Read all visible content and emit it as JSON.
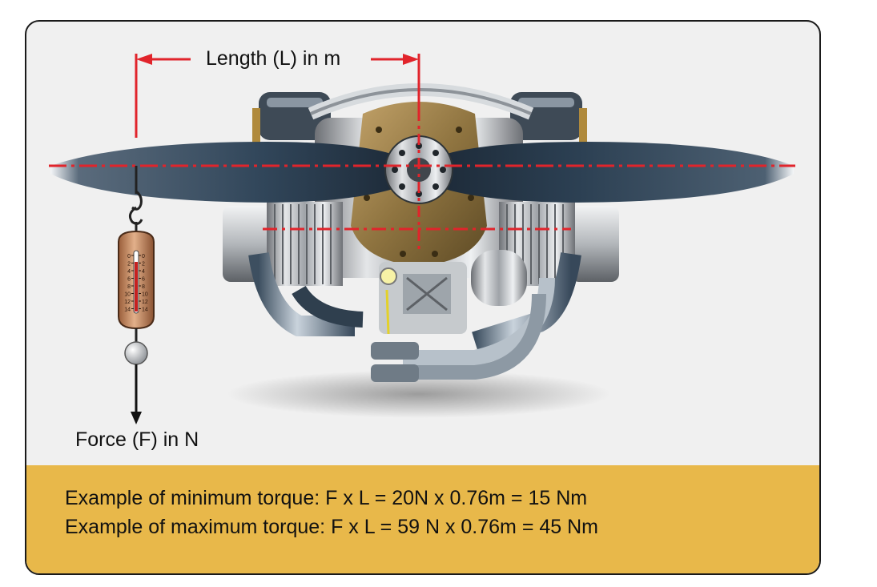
{
  "diagram": {
    "length_label": "Length (L) in m",
    "force_label": "Force (F) in N",
    "scale_ticks_left": [
      "0",
      "2",
      "4",
      "6",
      "8",
      "10",
      "12",
      "14"
    ],
    "scale_ticks_right": [
      "0",
      "2",
      "4",
      "6",
      "8",
      "10",
      "12",
      "14"
    ]
  },
  "footer": {
    "min_example": "Example of minimum torque: F x L = 20N x 0.76m = 15 Nm",
    "max_example": "Example of maximum torque: F x L = 59 N x 0.76m = 45 Nm"
  },
  "colors": {
    "dimension_line": "#e1242b",
    "footer_bg": "#e8b84a",
    "panel_bg": "#f0f0f0",
    "propeller": "#2b3d4f",
    "spring_scale": "#c98a5e"
  },
  "icons": [
    "propeller-icon",
    "engine-icon",
    "spring-scale-icon",
    "hook-icon",
    "arrow-down-icon"
  ]
}
